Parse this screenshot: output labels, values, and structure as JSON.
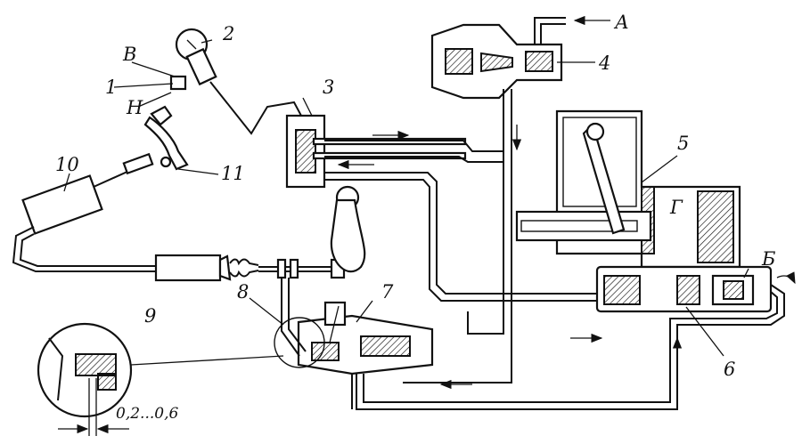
{
  "labels": {
    "l1": "1",
    "l2": "2",
    "l3": "3",
    "l4": "4",
    "l5": "5",
    "l6": "6",
    "l7": "7",
    "l8": "8",
    "l9": "9",
    "l10": "10",
    "l11": "11",
    "lA": "А",
    "lB": "Б",
    "lV": "В",
    "lN": "Н",
    "lG": "Г",
    "gap": "0,2...0,6"
  }
}
